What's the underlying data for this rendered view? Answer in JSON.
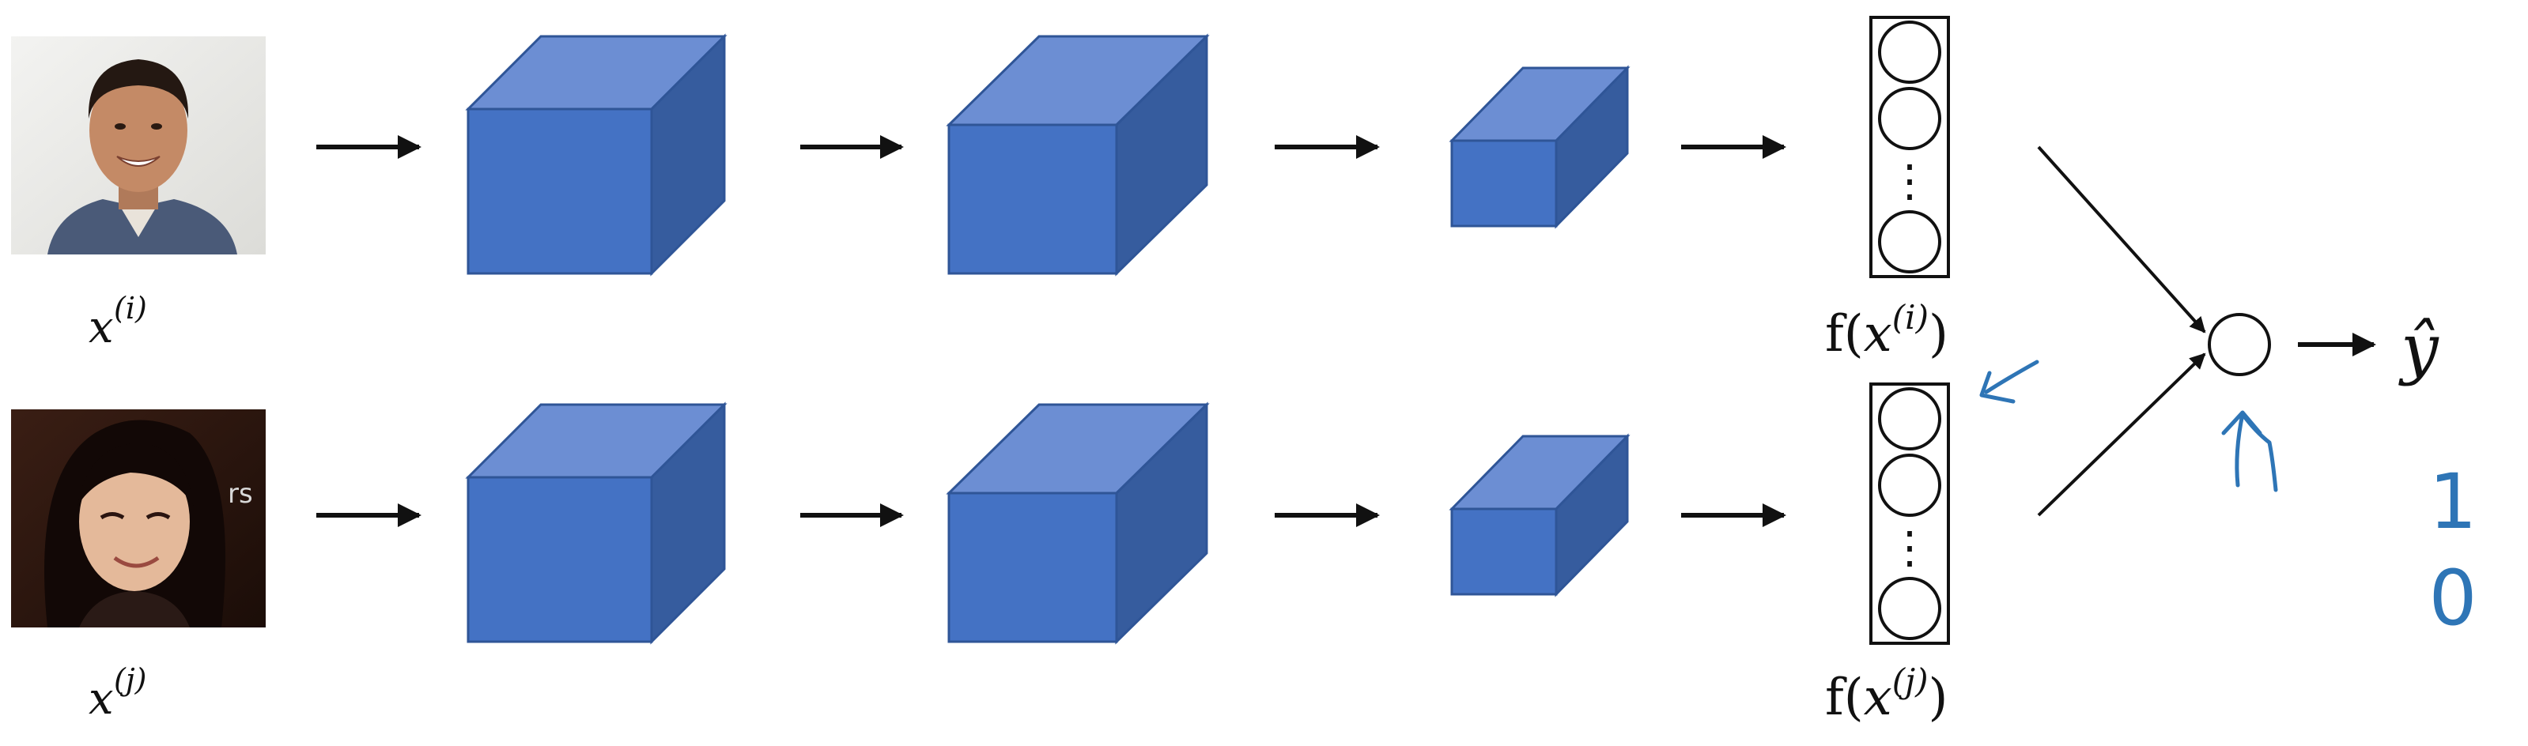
{
  "inputs": [
    {
      "symbol": "x",
      "superscript": "(i)",
      "photo": "smiling-man-portrait"
    },
    {
      "symbol": "x",
      "superscript": "(j)",
      "photo": "smiling-woman-portrait"
    }
  ],
  "encodings": [
    {
      "prefix": "f(",
      "symbol": "x",
      "superscript": "(i)",
      "suffix": ")",
      "ellipsis": "⋮"
    },
    {
      "prefix": "f(",
      "symbol": "x",
      "superscript": "(j)",
      "suffix": ")",
      "ellipsis": "⋮"
    }
  ],
  "output": {
    "symbol": "ŷ"
  },
  "handwritten": {
    "one": "1",
    "zero": "0"
  },
  "colors": {
    "cube_front": "#4472C4",
    "cube_top": "#6C8ED3",
    "cube_side": "#365C9E",
    "cube_edge": "#2F5597",
    "ink": "#111111",
    "handwriting": "#2E75B6"
  }
}
